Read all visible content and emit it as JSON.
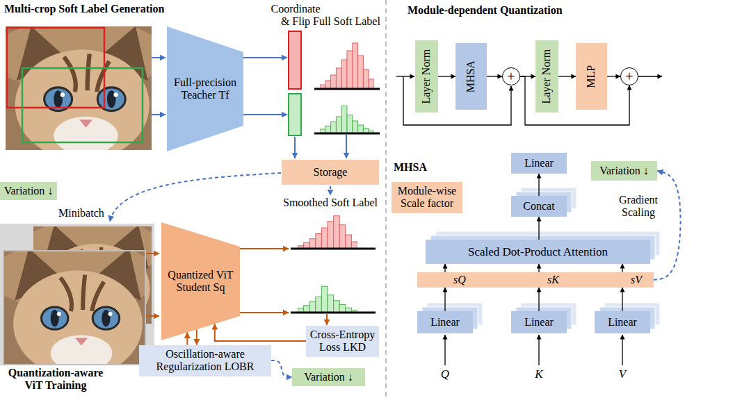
{
  "diagram": {
    "nodes": [
      {
        "text": [
          "Full-precision Teacher Tf"
        ]
      },
      {
        "text": [
          "Storage"
        ]
      },
      {
        "text": [
          "Variation ↓"
        ]
      },
      {
        "text": [
          "Quantized ViT Student Sq"
        ]
      },
      {
        "text": [
          "Cross-Entropy Loss LKD"
        ]
      },
      {
        "text": [
          "Oscillation-aware Regularization LOBR"
        ]
      },
      {
        "text": [
          "Variation ↓"
        ]
      },
      {
        "text": [
          "Layer Norm"
        ]
      },
      {
        "text": [
          "MHSA"
        ]
      },
      {
        "text": [
          "+"
        ]
      },
      {
        "text": [
          "Layer Norm"
        ]
      },
      {
        "text": [
          "MLP"
        ]
      },
      {
        "text": [
          "+"
        ]
      },
      {
        "text": [
          "Module-wise Scale factor"
        ]
      },
      {
        "text": [
          "Linear"
        ]
      },
      {
        "text": [
          "Variation ↓"
        ]
      },
      {
        "text": [
          "Concat"
        ]
      },
      {
        "text": [
          "Scaled Dot-Product Attention"
        ]
      },
      {
        "text": [
          "sQ",
          "sK",
          "sV"
        ]
      },
      {
        "text": [
          "Linear"
        ]
      },
      {
        "text": [
          "Linear"
        ]
      },
      {
        "text": [
          "Linear"
        ]
      }
    ],
    "edges": [
      {
        "from": 4,
        "to": 3,
        "arrow": "to"
      },
      {
        "from": 5,
        "to": 3,
        "arrow": "to"
      },
      {
        "from": 3,
        "to": 5,
        "arrow": "to"
      },
      {
        "from": 5,
        "to": 6,
        "arrow": "to"
      },
      {
        "from": 7,
        "to": 8,
        "arrow": "to"
      },
      {
        "from": 8,
        "to": 9,
        "arrow": "to"
      },
      {
        "from": 9,
        "to": 10,
        "arrow": "to"
      },
      {
        "from": 10,
        "to": 11,
        "arrow": "to"
      },
      {
        "from": 11,
        "to": 12,
        "arrow": "to"
      },
      {
        "from": 9,
        "to": 12,
        "arrow": "to"
      },
      {
        "from": 17,
        "to": 16,
        "arrow": "to"
      },
      {
        "from": 16,
        "to": 14,
        "arrow": "to"
      },
      {
        "from": 19,
        "to": 18,
        "arrow": "to"
      },
      {
        "from": 20,
        "to": 18,
        "arrow": "to"
      },
      {
        "from": 21,
        "to": 18,
        "arrow": "to"
      },
      {
        "from": 18,
        "to": 17,
        "arrow": "to"
      },
      {
        "from": 18,
        "to": 17,
        "arrow": "to"
      },
      {
        "from": 18,
        "to": 17,
        "arrow": "to"
      },
      {
        "from": 18,
        "to": 15,
        "label": "Gradient Scaling",
        "arrow": "to"
      }
    ],
    "labels": [
      "Multi-crop Soft Label Generation",
      "Coordinate & Flip",
      "Full Soft Label",
      "Minibatch",
      "Smoothed Soft Label",
      "Quantization-aware ViT Training",
      "Module-dependent Quantization",
      "MHSA",
      "Q",
      "K",
      "V"
    ]
  }
}
